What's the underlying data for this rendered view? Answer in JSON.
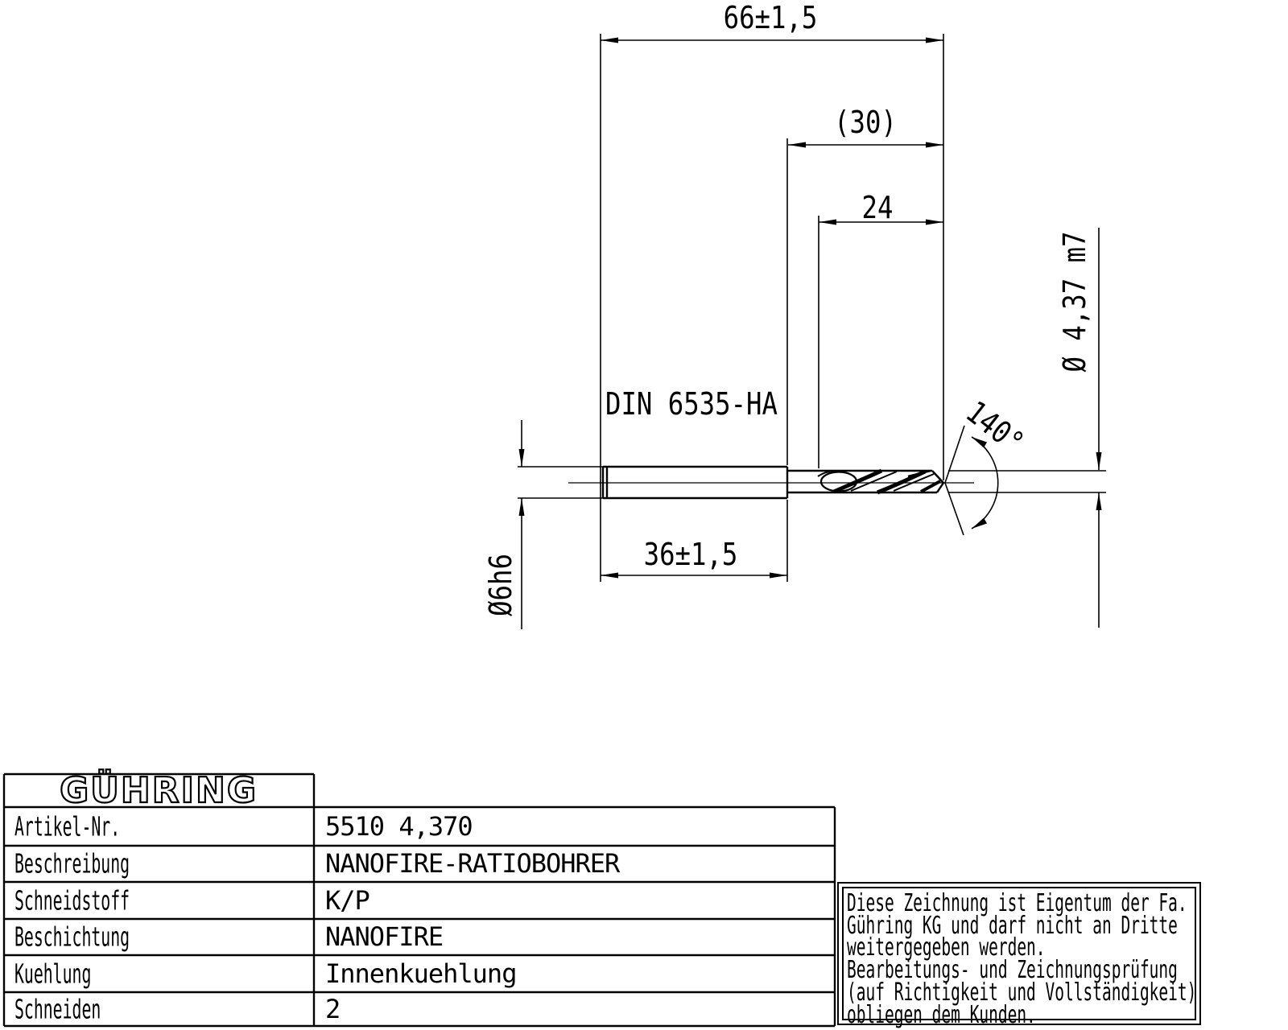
{
  "page": {
    "background": "#ffffff",
    "ink": "#000000"
  },
  "drawing": {
    "dimensions": {
      "total_length": "66±1,5",
      "flute_length_aux": "(30)",
      "flute_length": "24",
      "shank_length": "36±1,5",
      "shank_diameter": "Ø6h6",
      "drill_diameter": "Ø 4,37 m7",
      "point_angle": "140°"
    },
    "shank_standard": "DIN 6535-HA"
  },
  "title_block": {
    "logo": "GÜHRING",
    "rows": [
      {
        "label": "Artikel-Nr.",
        "value": "5510 4,370"
      },
      {
        "label": "Beschreibung",
        "value": "NANOFIRE-RATIOBOHRER"
      },
      {
        "label": "Schneidstoff",
        "value": "K/P"
      },
      {
        "label": "Beschichtung",
        "value": "NANOFIRE"
      },
      {
        "label": "Kuehlung",
        "value": "Innenkuehlung"
      },
      {
        "label": "Schneiden",
        "value": "2"
      }
    ]
  },
  "ownership_note": {
    "lines": [
      "Diese Zeichnung ist Eigentum der Fa.",
      "Gühring KG und darf nicht an Dritte",
      "weitergegeben werden.",
      "Bearbeitungs- und Zeichnungsprüfung",
      "(auf Richtigkeit und Vollständigkeit)",
      "obliegen dem Kunden."
    ]
  }
}
